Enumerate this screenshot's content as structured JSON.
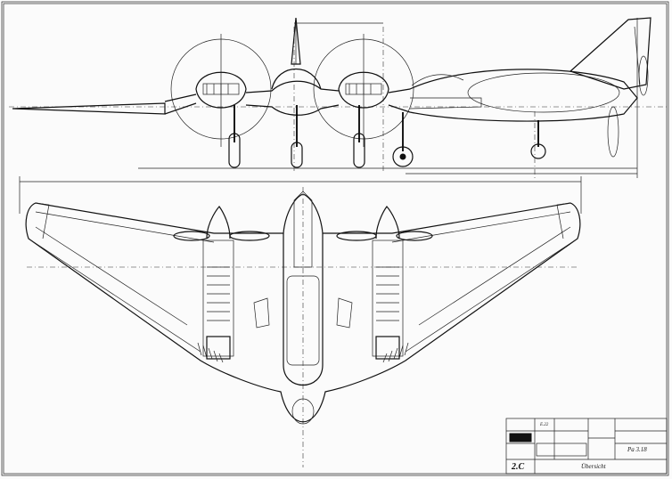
{
  "drawing": {
    "views": [
      "side-elevation",
      "plan-view"
    ],
    "title_block": {
      "drawing_code": "Pa 3.18",
      "stamp": "2.C",
      "caption": "Übersicht",
      "small_code": "E.22"
    }
  }
}
